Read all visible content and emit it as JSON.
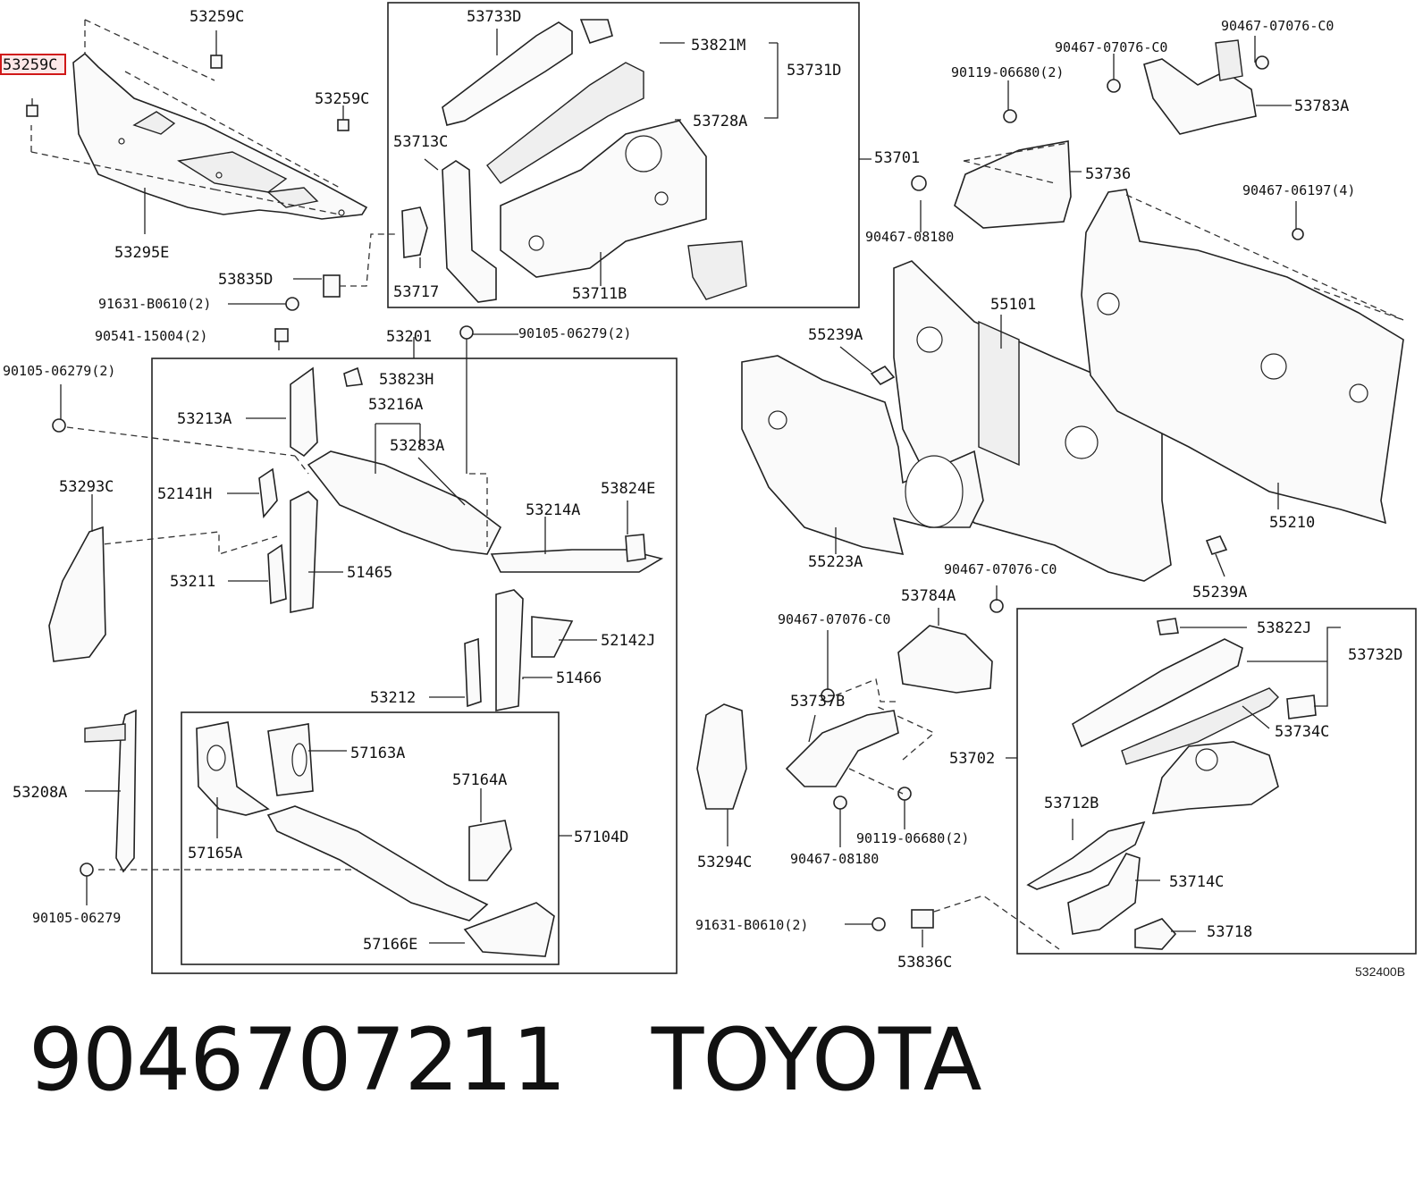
{
  "caption": {
    "part_number": "9046707211",
    "brand": "TOYOTA"
  },
  "reference_code": "532400B",
  "highlight_color": "#d01818",
  "labels": {
    "top_left": {
      "highlighted": "53259C",
      "clip_top": "53259C",
      "clip_right": "53259C",
      "seal": "53295E"
    },
    "upper_box": {
      "l53733D": "53733D",
      "l53821M": "53821M",
      "l53731D": "53731D",
      "l53728A": "53728A",
      "l53713C": "53713C",
      "l53717": "53717",
      "l53711B": "53711B",
      "l53701": "53701"
    },
    "top_right": {
      "l90467_07076_a": "90467-07076-C0",
      "l90467_07076_b": "90467-07076-C0",
      "l90119_06680": "90119-06680(2)",
      "l53783A": "53783A",
      "l53736": "53736",
      "l90467_08180": "90467-08180",
      "l90467_06197": "90467-06197(4)"
    },
    "left_mid": {
      "l53835D": "53835D",
      "l91631_b0610": "91631-B0610(2)",
      "l90541_15004": "90541-15004(2)",
      "l53201": "53201",
      "l90105_06279_top": "90105-06279(2)",
      "l90105_06279_left": "90105-06279(2)"
    },
    "support_box": {
      "l53823H": "53823H",
      "l53213A": "53213A",
      "l53216A": "53216A",
      "l53283A": "53283A",
      "l52141H": "52141H",
      "l53824E": "53824E",
      "l53214A": "53214A",
      "l53211": "53211",
      "l51465": "51465",
      "l52142J": "52142J",
      "l53212": "53212",
      "l51466": "51466"
    },
    "lower_left": {
      "l53293C": "53293C",
      "l53208A": "53208A",
      "l90105_06279": "90105-06279"
    },
    "inner_box": {
      "l57163A": "57163A",
      "l57164A": "57164A",
      "l57104D": "57104D",
      "l57165A": "57165A",
      "l57166E": "57166E"
    },
    "dash_panel": {
      "l55239A_top": "55239A",
      "l55101": "55101",
      "l55210": "55210",
      "l55223A": "55223A",
      "l55239A_bottom": "55239A"
    },
    "lower_mid": {
      "l90467_07076_c": "90467-07076-C0",
      "l53784A": "53784A",
      "l90467_07076_d": "90467-07076-C0",
      "l53737B": "53737B",
      "l53294C": "53294C",
      "l90119_06680_b": "90119-06680(2)",
      "l90467_08180_b": "90467-08180",
      "l91631_b0610_b": "91631-B0610(2)",
      "l53836C": "53836C"
    },
    "lower_right_box": {
      "l53822J": "53822J",
      "l53732D": "53732D",
      "l53734C": "53734C",
      "l53702": "53702",
      "l53712B": "53712B",
      "l53714C": "53714C",
      "l53718": "53718"
    }
  }
}
